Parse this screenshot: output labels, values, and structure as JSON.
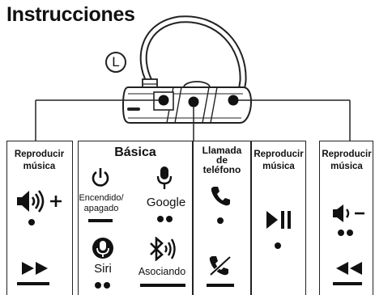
{
  "title": "Instrucciones",
  "ear_side_badge": "L",
  "columns": {
    "left": {
      "title_line1": "Reproducir",
      "title_line2": "música"
    },
    "basic": {
      "title": "Básica",
      "power_label_line1": "Encendido/",
      "power_label_line2": "apagado",
      "google_label": "Google",
      "siri_label": "Siri",
      "pair_label": "Asociando"
    },
    "call": {
      "title_line1": "Llamada",
      "title_line2": "de",
      "title_line3": "teléfono"
    },
    "play": {
      "title_line1": "Reproducir",
      "title_line2": "música"
    },
    "right": {
      "title_line1": "Reproducir",
      "title_line2": "música"
    }
  },
  "icons": {
    "volume_up": "volume-up-icon",
    "next": "fast-forward-icon",
    "power": "power-icon",
    "google": "microphone-icon",
    "siri": "siri-icon",
    "pair": "bluetooth-icon",
    "call_answer": "phone-icon",
    "call_reject": "phone-hangup-icon",
    "play_pause": "play-pause-icon",
    "volume_down": "volume-down-icon",
    "previous": "rewind-icon"
  }
}
